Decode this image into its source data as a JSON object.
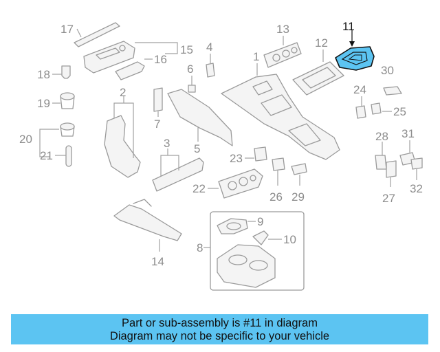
{
  "diagram": {
    "highlight_color": "#5cc4f2",
    "callouts": {
      "c1": "1",
      "c2": "2",
      "c3": "3",
      "c4": "4",
      "c5": "5",
      "c6": "6",
      "c7": "7",
      "c8": "8",
      "c9": "9",
      "c10": "10",
      "c11": "11",
      "c12": "12",
      "c13": "13",
      "c14": "14",
      "c15": "15",
      "c16": "16",
      "c17": "17",
      "c18": "18",
      "c19": "19",
      "c20": "20",
      "c21": "21",
      "c22": "22",
      "c23": "23",
      "c24": "24",
      "c25": "25",
      "c26": "26",
      "c27": "27",
      "c28": "28",
      "c29": "29",
      "c30": "30",
      "c31": "31",
      "c32": "32"
    }
  },
  "caption": {
    "line1": "Part or sub-assembly is #11 in diagram",
    "line2": "Diagram may not be specific to your vehicle"
  }
}
